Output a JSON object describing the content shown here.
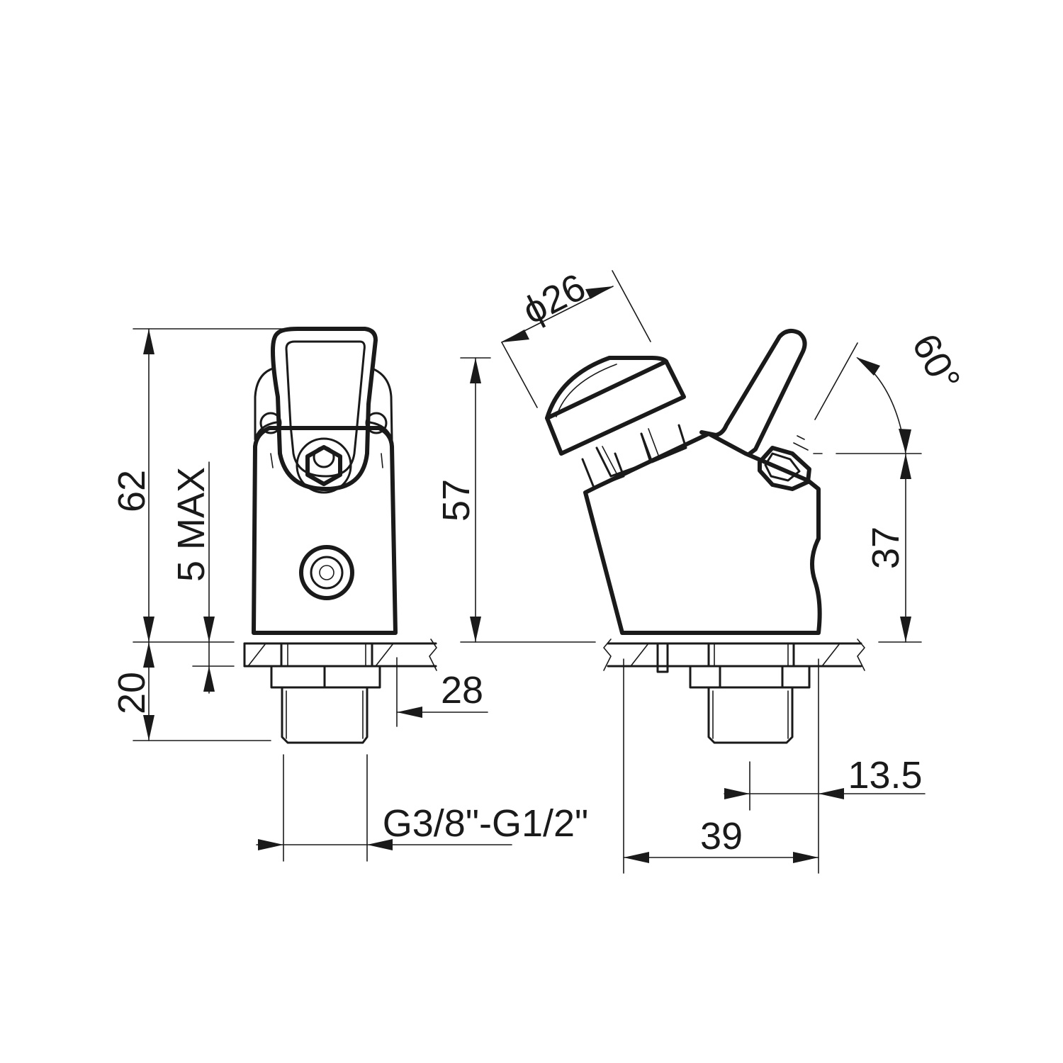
{
  "drawing": {
    "dimensions": {
      "height_total": "62",
      "panel_max": "5 MAX",
      "height_below": "20",
      "nut_width": "28",
      "thread": "G3/8\"-G1/2\"",
      "height_side": "57",
      "diameter": "ϕ26",
      "angle": "60°",
      "lever_height": "37",
      "offset": "13.5",
      "depth": "39"
    }
  }
}
